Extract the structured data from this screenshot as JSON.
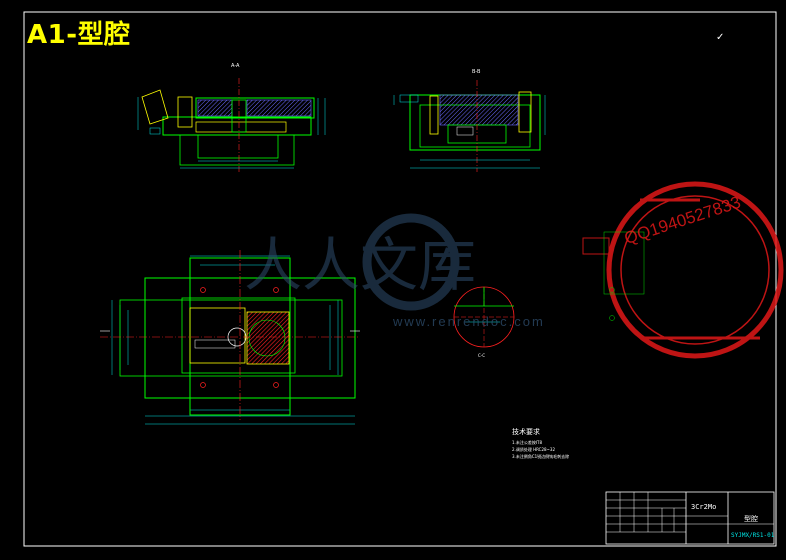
{
  "drawing": {
    "title": "A1-型腔",
    "roughness_symbol": "✓",
    "section_label_a": "A-A",
    "section_label_b": "B-B",
    "detail_label": "C-C"
  },
  "notes": {
    "heading": "技术要求",
    "lines": [
      "1.未注公差按IT8",
      "2.调质处理 HRC28~32",
      "3.未注倒角C1锐边倒钝毛刺去除"
    ]
  },
  "title_block": {
    "material": "3Cr2Mo",
    "part_name": "型腔",
    "drawing_number": "SYJMX/RS1-01"
  },
  "watermark": {
    "brand_text": "人人文库",
    "url": "www.renrendoc.com"
  },
  "stamp": {
    "contact": "QQ1940527833"
  },
  "colors": {
    "background": "#000000",
    "frame": "#ffffff",
    "outline": "#00ff00",
    "hatch": "#6a6aff",
    "center_line": "#ff2020",
    "dimension": "#00e5e5",
    "title": "#ffff00",
    "stamp": "#e01818",
    "watermark": "#2e4e6e"
  }
}
